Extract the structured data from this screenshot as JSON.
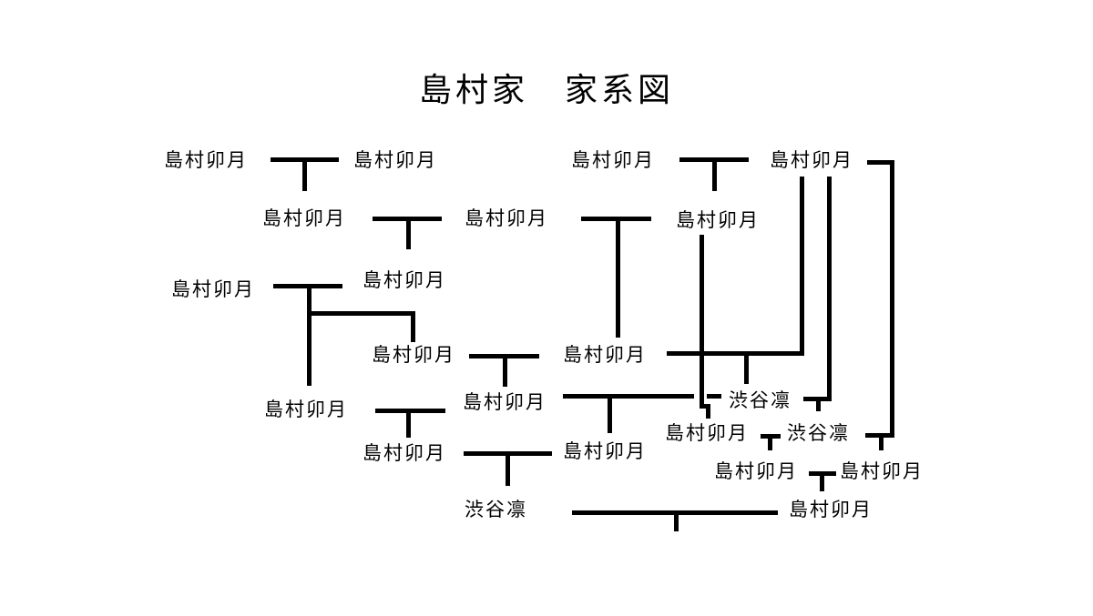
{
  "title": {
    "surname": "島村家",
    "caption": "家系図"
  },
  "nodes": [
    "島村卯月",
    "島村卯月",
    "島村卯月",
    "島村卯月",
    "島村卯月",
    "島村卯月",
    "島村卯月",
    "島村卯月",
    "島村卯月",
    "島村卯月",
    "島村卯月",
    "島村卯月",
    "島村卯月",
    "渋谷凛",
    "島村卯月",
    "渋谷凛",
    "島村卯月",
    "島村卯月",
    "島村卯月",
    "島村卯月",
    "渋谷凛",
    "島村卯月"
  ]
}
